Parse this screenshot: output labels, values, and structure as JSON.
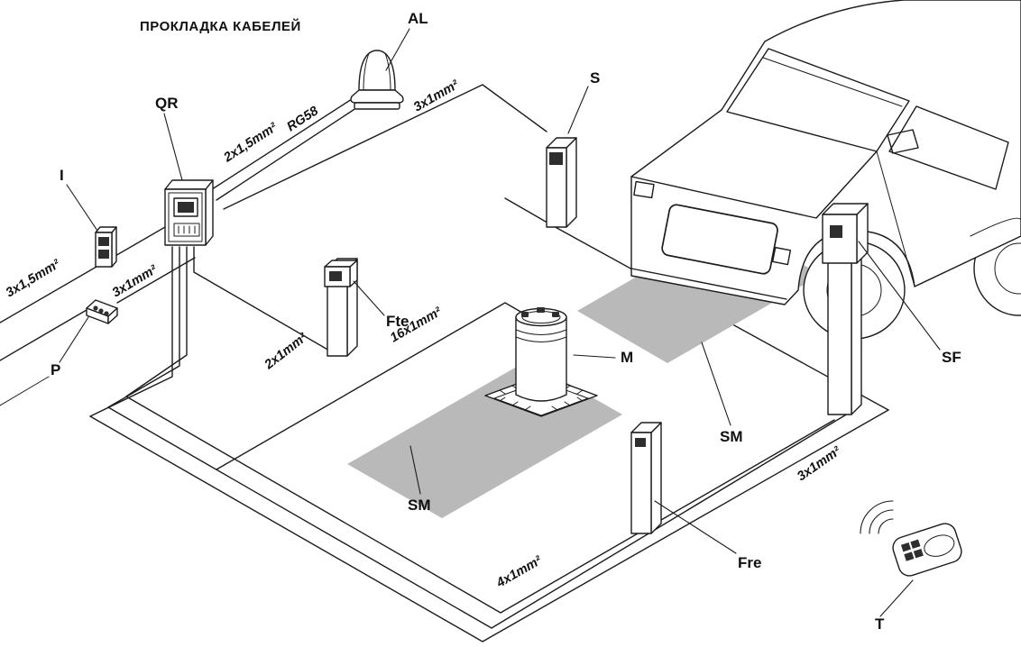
{
  "title": "ПРОКЛАДКА КАБЕЛЕЙ",
  "component_labels": {
    "al": "AL",
    "qr": "QR",
    "i": "I",
    "p": "P",
    "s": "S",
    "fte": "Fte",
    "m": "M",
    "sm_left": "SM",
    "sm_right": "SM",
    "sf": "SF",
    "fre": "Fre",
    "t": "T"
  },
  "cable_labels": {
    "rg58": "RG58",
    "c_2x15": "2x1,5mm²",
    "c_3x15": "3x1,5mm²",
    "c_3x1_left": "3x1mm²",
    "c_3x1_top": "3x1mm²",
    "c_2x1": "2x1mm²",
    "c_16x1": "16x1mm²",
    "c_3x1_right": "3x1mm²",
    "c_4x1": "4x1mm²"
  },
  "colors": {
    "line": "#1b1b1b",
    "mat_fill": "#b9b9b9",
    "background": "#ffffff"
  }
}
